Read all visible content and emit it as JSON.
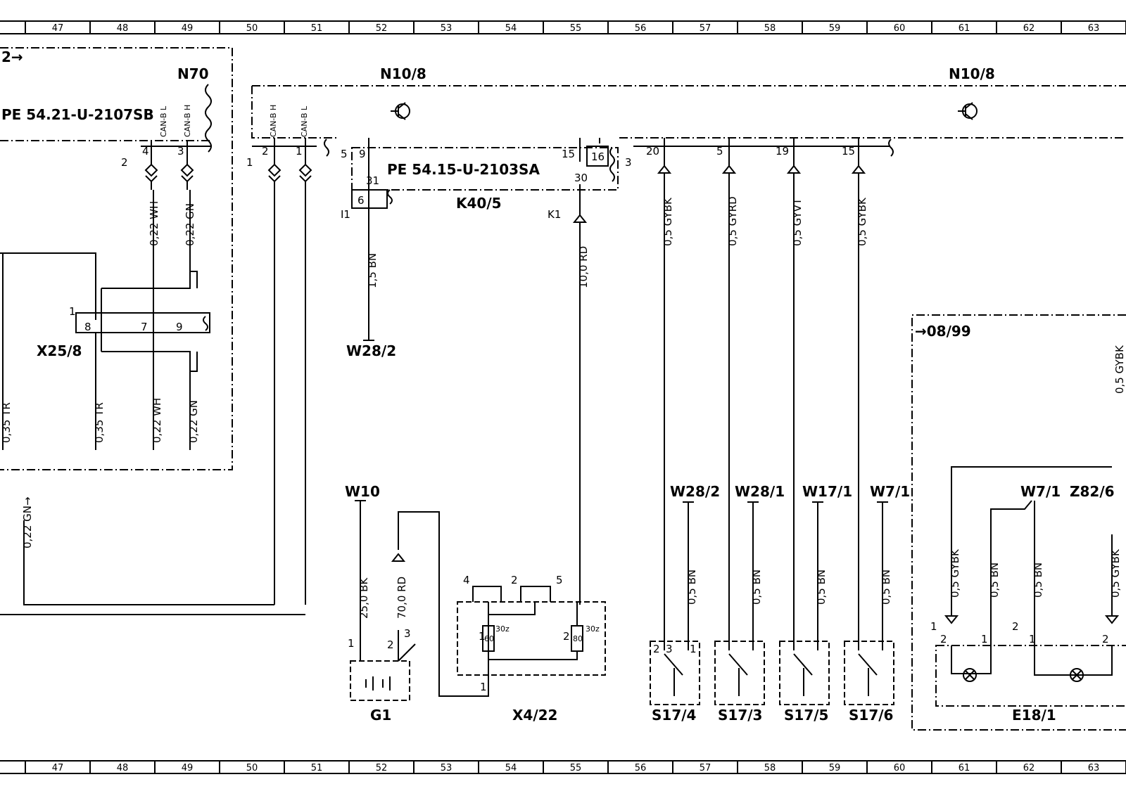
{
  "ruler": {
    "numbers": [
      "47",
      "48",
      "49",
      "50",
      "51",
      "52",
      "53",
      "54",
      "55",
      "56",
      "57",
      "58",
      "59",
      "60",
      "61",
      "62",
      "63"
    ]
  },
  "offpage": {
    "top_left": "2→",
    "box_right": "→08/99",
    "left_wire": "0,22 GN→"
  },
  "components": {
    "n70": "N70",
    "n10_left": "N10/8",
    "n10_right": "N10/8",
    "k40": "K40/5",
    "x25": "X25/8",
    "g1": "G1",
    "x4": "X4/22",
    "s17_4": "S17/4",
    "s17_3": "S17/3",
    "s17_5": "S17/5",
    "s17_6": "S17/6",
    "e18": "E18/1"
  },
  "references": {
    "n70_ref": "PE 54.21-U-2107SB",
    "k40_ref": "PE 54.15-U-2103SA"
  },
  "connectors": {
    "w28_2_top": "W28/2",
    "w10": "W10",
    "w28_2": "W28/2",
    "w28_1": "W28/1",
    "w17_1": "W17/1",
    "w7_1": "W7/1",
    "w7_1_b": "W7/1",
    "z82": "Z82/6",
    "i1": "I1",
    "k1": "K1"
  },
  "can_labels": [
    "CAN-B L",
    "CAN-B H",
    "CAN-B H",
    "CAN-B L"
  ],
  "pins": {
    "n70_conn": "2",
    "n70_p4": "4",
    "n70_p3": "3",
    "n10_conn": "1",
    "n10_p2": "2",
    "n10_p1": "1",
    "k40_5": "5",
    "k40_9": "9",
    "k40_31": "31",
    "k40_6": "6",
    "k40_15": "15",
    "k40_16": "16",
    "k40_30": "30",
    "k40_3": "3",
    "n10_20": "20",
    "n10_5": "5",
    "n10_19": "19",
    "n10_15": "15",
    "x25_1": "1",
    "x25_8": "8",
    "x25_7": "7",
    "x25_9": "9",
    "g1_1": "1",
    "g1_2": "2",
    "g1_3": "3",
    "x4_4": "4",
    "x4_2": "2",
    "x4_5": "5",
    "x4_1": "1",
    "x4_1b": "1",
    "x4_2b": "2",
    "fuse_60": "60",
    "fuse_80": "80",
    "fuse_30z_a": "30z",
    "fuse_30z_b": "30z",
    "s_2": "2",
    "s_3": "3",
    "s_1": "1",
    "e18_1": "1",
    "e18_2": "2",
    "e18_p2": "2",
    "e18_p1": "1",
    "e18_p1b": "1",
    "e18_p2b": "2"
  },
  "wires": {
    "w_022wh": "0,22 WH",
    "w_022gn": "0,22 GN",
    "w_15bn": "1,5 BN",
    "w_10rd": "10,0 RD",
    "w_05gybk_a": "0,5 GYBK",
    "w_05gyrd": "0,5 GYRD",
    "w_05gyvt": "0,5 GYVT",
    "w_05gybk_b": "0,5 GYBK",
    "w_035tr_a": "0,35 TR",
    "w_035tr_b": "0,35 TR",
    "w_022wh_b": "0,22 WH",
    "w_022gn_b": "0,22 GN",
    "w_25bk": "25,0 BK",
    "w_70rd": "70,0 RD",
    "w_05bn_1": "0,5 BN",
    "w_05bn_2": "0,5 BN",
    "w_05bn_3": "0,5 BN",
    "w_05bn_4": "0,5 BN",
    "w_05gybk_e1": "0,5 GYBK",
    "w_05bn_e1": "0,5 BN",
    "w_05bn_e2": "0,5 BN",
    "w_05gybk_e2": "0,5 GYBK",
    "w_05gybk_top": "0,5 GYBK"
  }
}
